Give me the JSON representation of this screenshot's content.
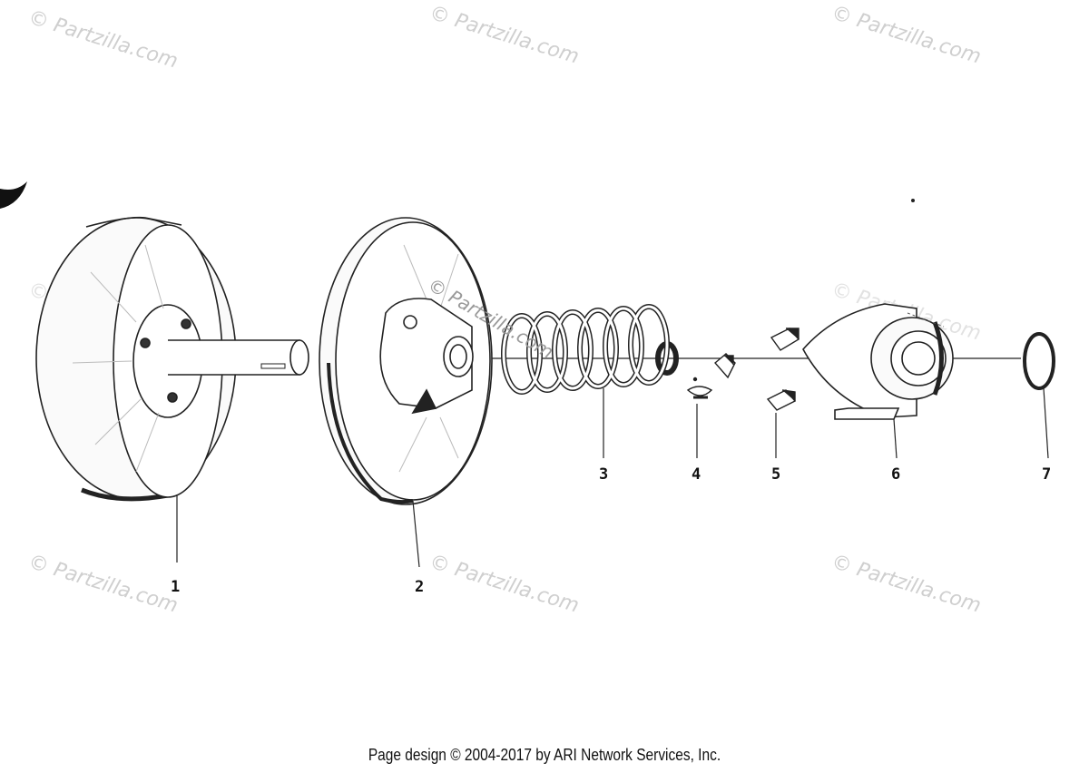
{
  "watermark_text": "© Partzilla.com",
  "callouts": [
    {
      "id": "1",
      "label": "1"
    },
    {
      "id": "2",
      "label": "2"
    },
    {
      "id": "3",
      "label": "3"
    },
    {
      "id": "4",
      "label": "4"
    },
    {
      "id": "5",
      "label": "5"
    },
    {
      "id": "6",
      "label": "6"
    },
    {
      "id": "7",
      "label": "7"
    }
  ],
  "footer": {
    "copyright": "Page design © 2004-2017 by ARI Network Services, Inc."
  }
}
